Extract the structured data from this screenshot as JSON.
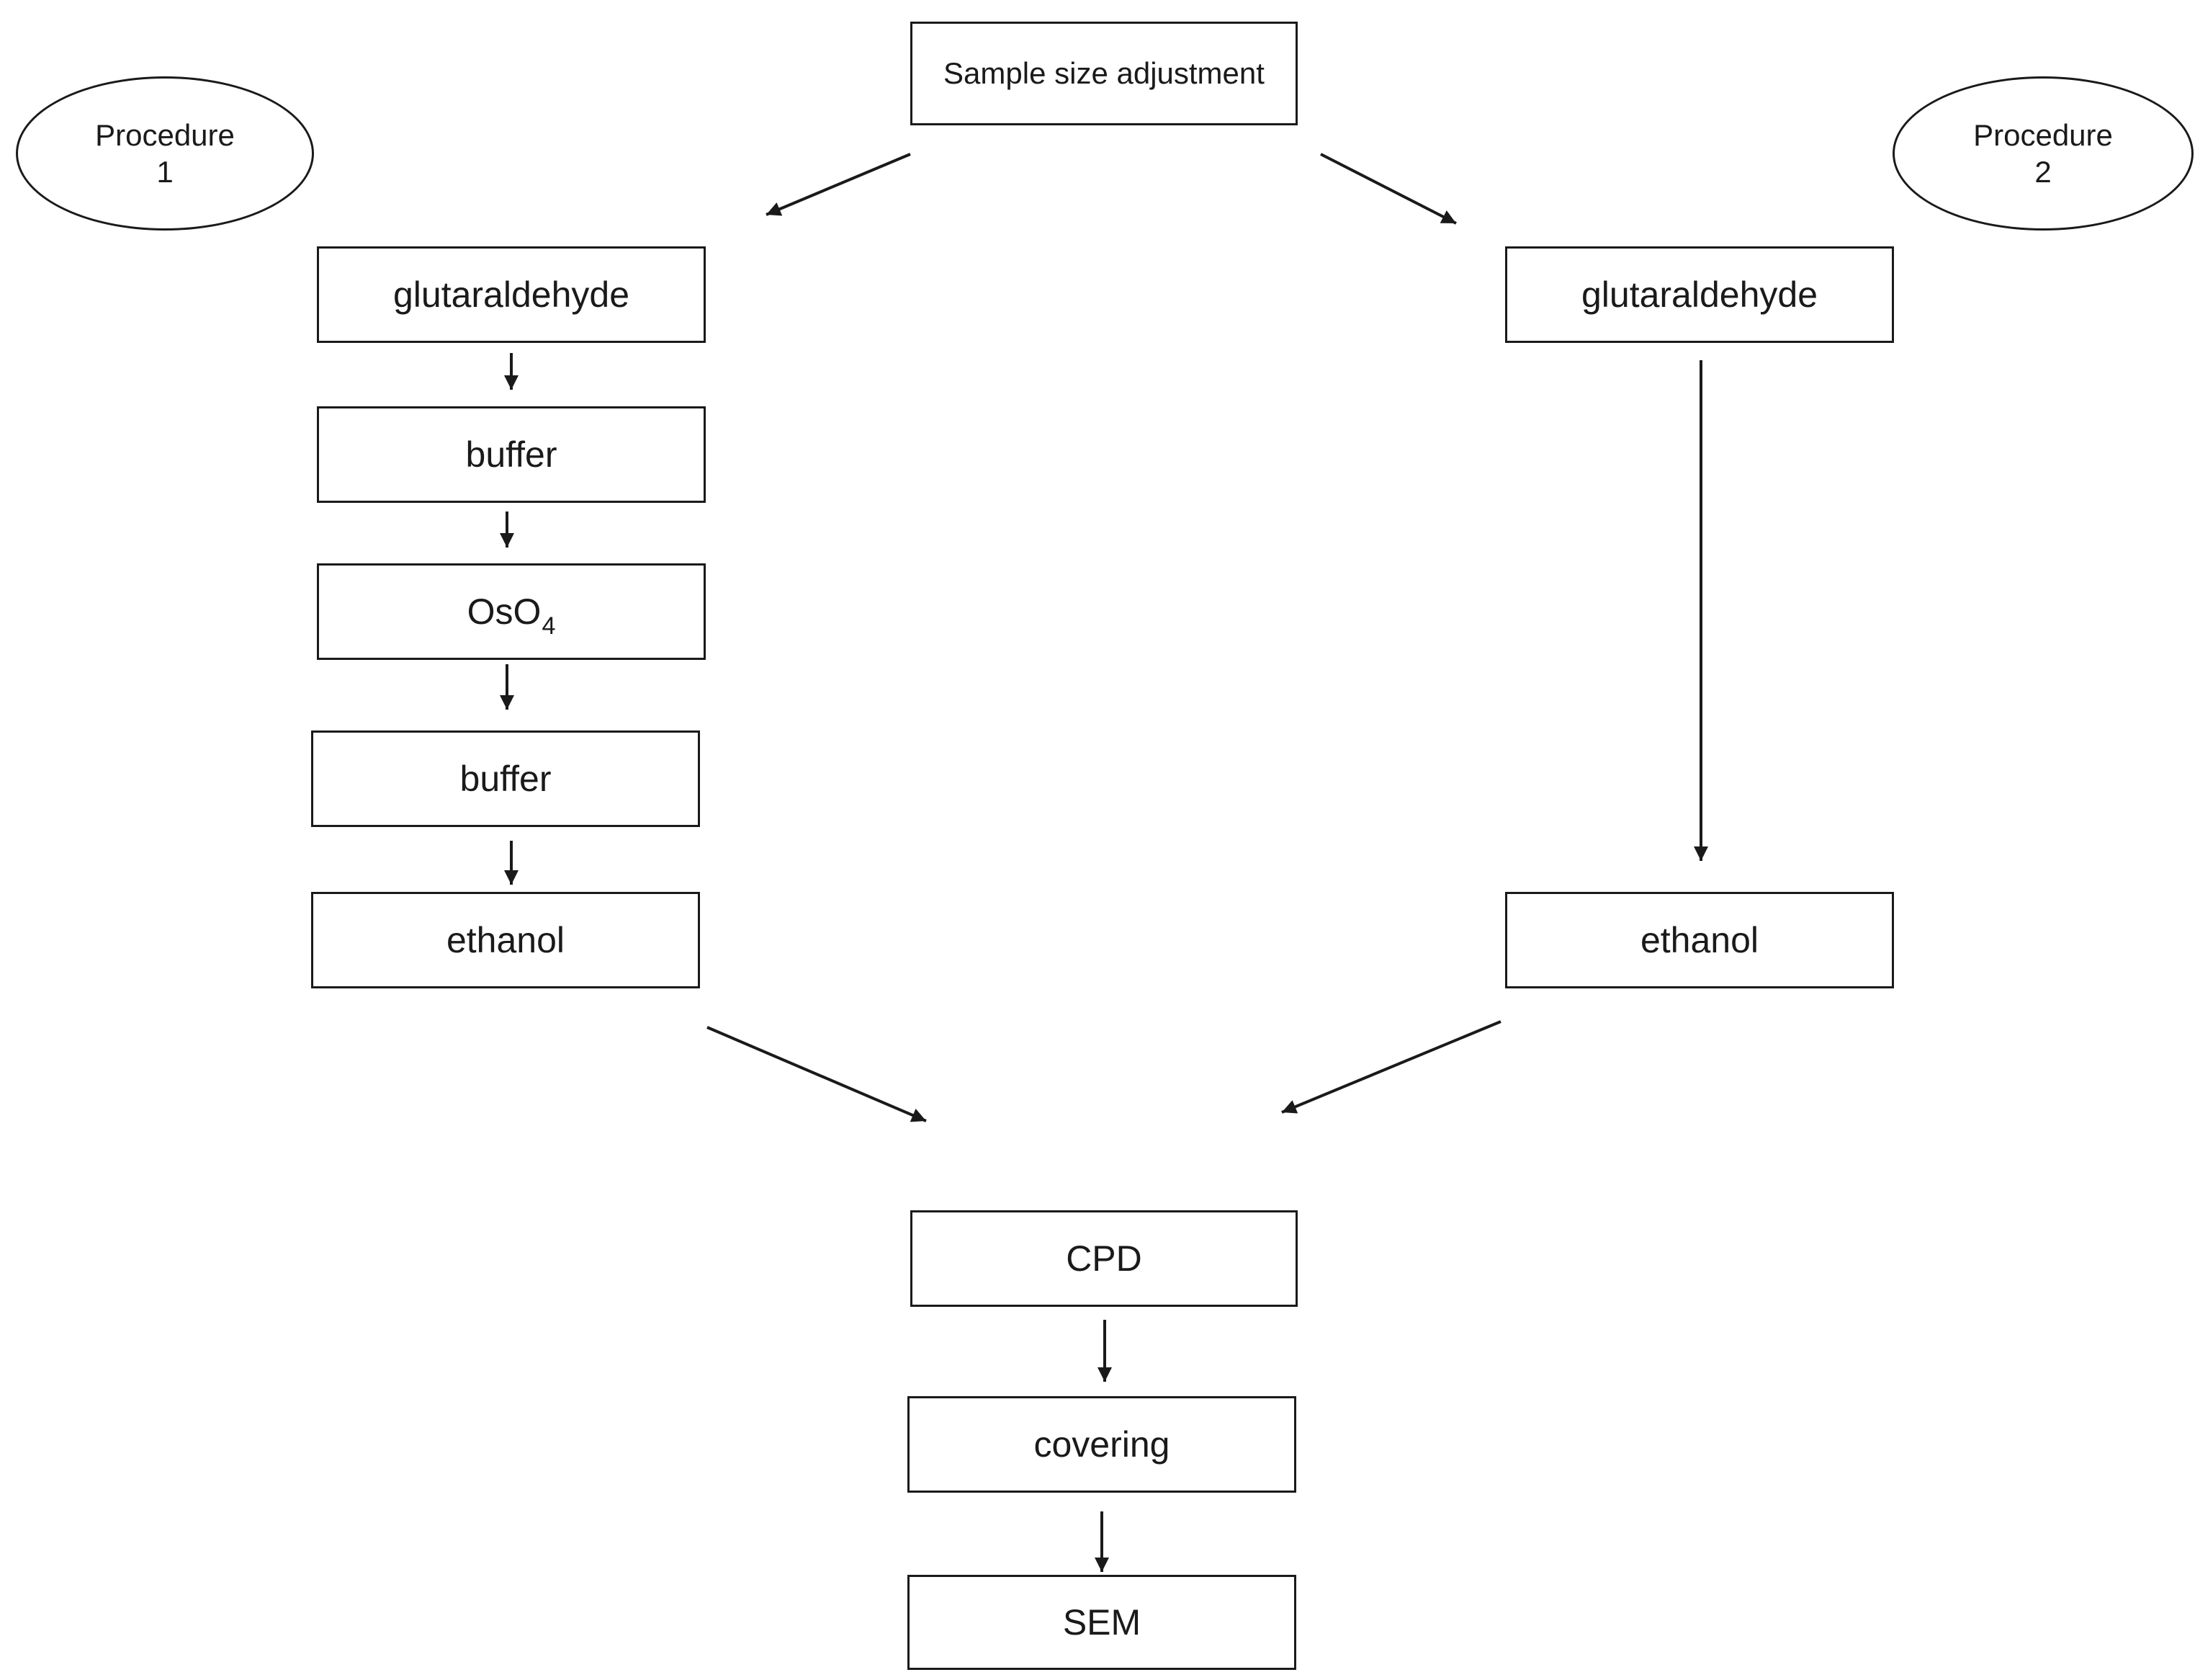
{
  "diagram": {
    "top": {
      "label": "Sample size adjustment"
    },
    "procedure1": {
      "tag": {
        "line1": "Procedure",
        "line2": "1"
      },
      "steps": {
        "glutaraldehyde": "glutaraldehyde",
        "buffer_a": "buffer",
        "oso4_base": "OsO",
        "oso4_sub": "4",
        "buffer_b": "buffer",
        "ethanol": "ethanol"
      }
    },
    "procedure2": {
      "tag": {
        "line1": "Procedure",
        "line2": "2"
      },
      "steps": {
        "glutaraldehyde": "glutaraldehyde",
        "ethanol": "ethanol"
      }
    },
    "final": {
      "cpd": "CPD",
      "covering": "covering",
      "sem": "SEM"
    }
  }
}
